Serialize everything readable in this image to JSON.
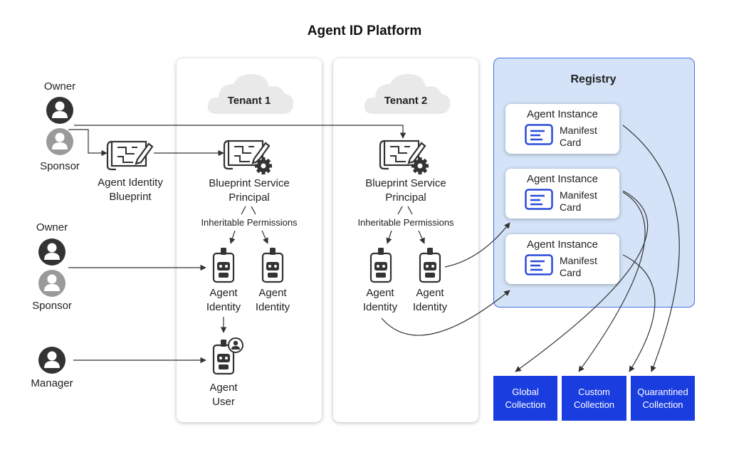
{
  "title": "Agent ID Platform",
  "people": {
    "owner1": "Owner",
    "sponsor1": "Sponsor",
    "owner2": "Owner",
    "sponsor2": "Sponsor",
    "manager": "Manager"
  },
  "blueprint": {
    "label_line1": "Agent Identity",
    "label_line2": "Blueprint"
  },
  "tenant1": {
    "name": "Tenant 1",
    "sp_line1": "Blueprint Service",
    "sp_line2": "Principal",
    "inheritable": "Inheritable Permissions",
    "agent_a_line1": "Agent",
    "agent_a_line2": "Identity",
    "agent_b_line1": "Agent",
    "agent_b_line2": "Identity",
    "user_line1": "Agent",
    "user_line2": "User"
  },
  "tenant2": {
    "name": "Tenant 2",
    "sp_line1": "Blueprint Service",
    "sp_line2": "Principal",
    "inheritable": "Inheritable Permissions",
    "agent_a_line1": "Agent",
    "agent_a_line2": "Identity",
    "agent_b_line1": "Agent",
    "agent_b_line2": "Identity"
  },
  "registry": {
    "title": "Registry",
    "instances": [
      {
        "title": "Agent Instance",
        "manifest_line1": "Manifest",
        "manifest_line2": "Card"
      },
      {
        "title": "Agent Instance",
        "manifest_line1": "Manifest",
        "manifest_line2": "Card"
      },
      {
        "title": "Agent Instance",
        "manifest_line1": "Manifest",
        "manifest_line2": "Card"
      }
    ]
  },
  "collections": [
    {
      "line1": "Global",
      "line2": "Collection"
    },
    {
      "line1": "Custom",
      "line2": "Collection"
    },
    {
      "line1": "Quarantined",
      "line2": "Collection"
    }
  ],
  "colors": {
    "accent_blue": "#1a3de0",
    "registry_bg": "#d4e3f8",
    "icon_blue": "#2a4bd8",
    "dark_person": "#333333",
    "gray_person": "#9a9a9a"
  }
}
